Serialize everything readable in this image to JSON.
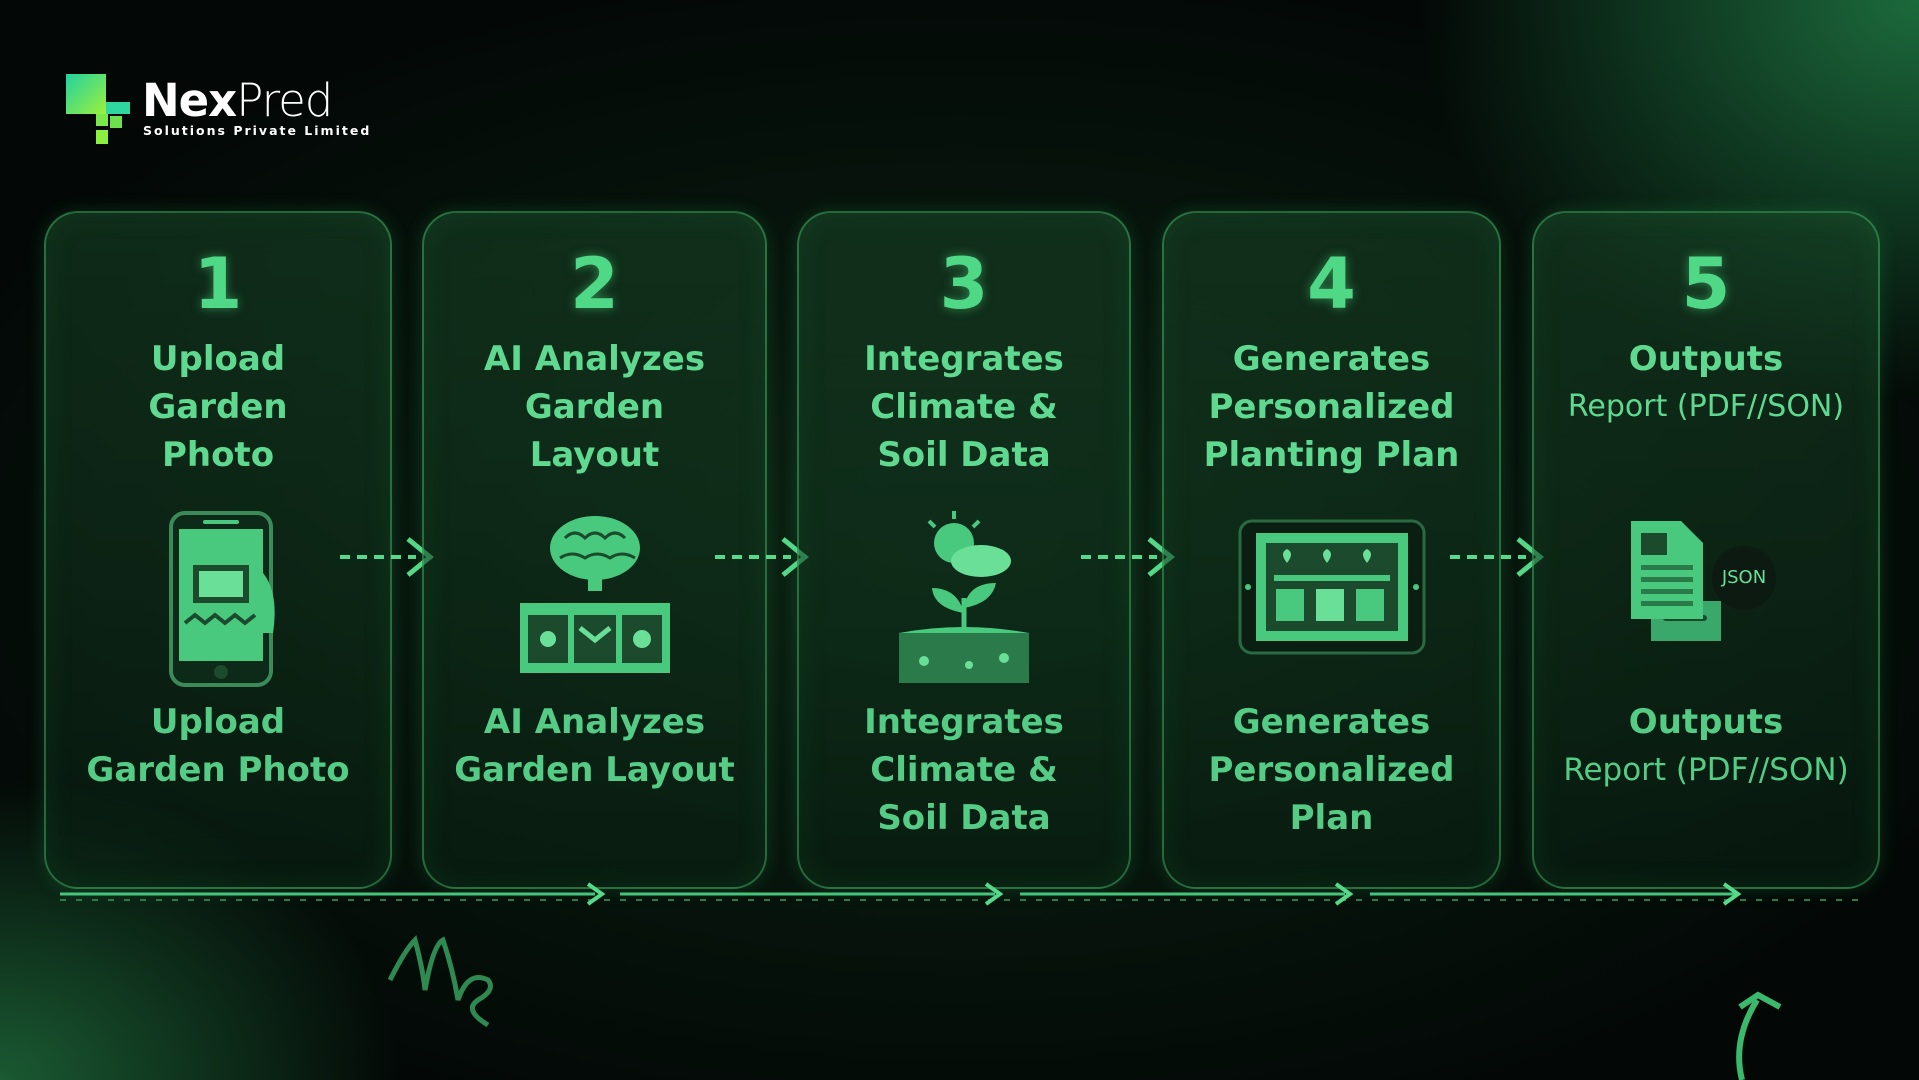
{
  "brand": {
    "name_bold": "Nex",
    "name_light": "Pred",
    "subtitle": "Solutions Private Limited"
  },
  "steps": [
    {
      "number": "1",
      "title": "Upload\nGarden\nPhoto",
      "icon": "smartphone-photo-icon",
      "bottom_title": "Upload\nGarden Photo",
      "bottom_sub": ""
    },
    {
      "number": "2",
      "title": "AI Analyzes\nGarden\nLayout",
      "icon": "brain-garden-icon",
      "bottom_title": "AI Analyzes\nGarden Layout",
      "bottom_sub": ""
    },
    {
      "number": "3",
      "title": "Integrates\nClimate &\nSoil Data",
      "icon": "weather-soil-sprout-icon",
      "bottom_title": "Integrates\nClimate &\nSoil Data",
      "bottom_sub": ""
    },
    {
      "number": "4",
      "title": "Generates\nPersonalized\nPlanting Plan",
      "icon": "tablet-planting-plan-icon",
      "bottom_title": "Generates\nPersonalized\nPlan",
      "bottom_sub": ""
    },
    {
      "number": "5",
      "title": "Outputs",
      "subtitle": "Report (PDF//SON)",
      "icon": "document-json-icon",
      "json_badge": "JSON",
      "bottom_title": "Outputs",
      "bottom_sub": "Report (PDF//SON)"
    }
  ],
  "colors": {
    "accent": "#4fd886",
    "background": "#030806"
  }
}
